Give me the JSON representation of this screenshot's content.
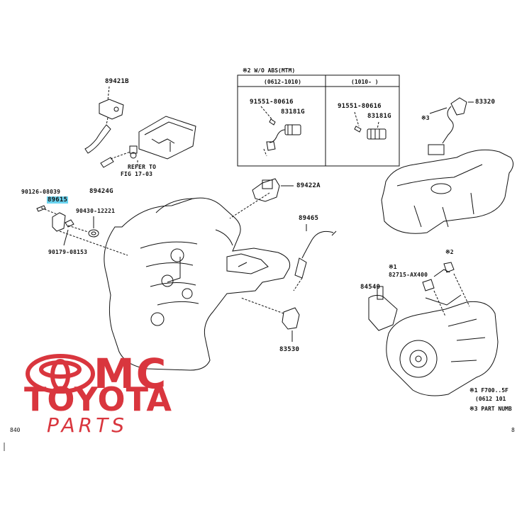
{
  "diagram": {
    "part_labels": {
      "p89421b": "89421B",
      "p89424g": "89424G",
      "refer_to": "REFER TO",
      "fig_17_03": "FIG 17-03",
      "p90126_08039": "90126-08039",
      "p89615": "89615",
      "p90430_12221": "90430-12221",
      "p90179_08153": "90179-08153",
      "p89422a": "89422A",
      "p89465": "89465",
      "p83530": "83530",
      "p83320": "83320",
      "p84540": "84540",
      "p82715_ax400": "82715-AX400",
      "box_91551_a": "91551-80616",
      "box_83181g_a": "83181G",
      "box_91551_b": "91551-80616",
      "box_83181g_b": "83181G"
    },
    "box": {
      "title": "※2 W/O ABS(MTM)",
      "col1": "(0612-1010)",
      "col2": "(1010-    )"
    },
    "notes": {
      "mark3_83320": "※3",
      "mark2_sensor": "※2",
      "mark1_sensor": "※1",
      "note1": "※1 F700..5F",
      "note1b": "(0612 101",
      "note3": "※3 PART NUMB"
    },
    "footer": {
      "left": "840",
      "right": "8"
    },
    "logo": {
      "mc": "MC",
      "toyota": "TOYOTA",
      "parts": "PARTS",
      "color": "#d9363e"
    },
    "highlight_color": "#6ad3ef"
  }
}
